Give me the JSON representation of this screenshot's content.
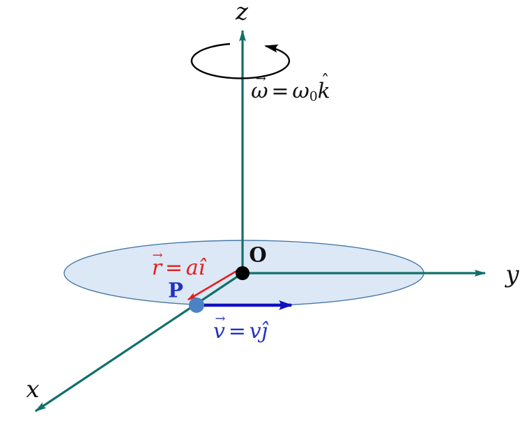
{
  "diagram": {
    "description": "Rotating disk about z-axis with point P on x-axis",
    "axes": {
      "x": "x",
      "y": "y",
      "z": "z"
    },
    "points": {
      "origin": "O",
      "p": "P"
    },
    "equations": {
      "omega": {
        "lhs": "ω",
        "arrow": "→",
        "eq": "=",
        "coef": "ω",
        "sub": "0",
        "unit": "k",
        "hat": "ˆ"
      },
      "r": {
        "lhs": "r",
        "arrow": "→",
        "eq": "=",
        "rhs": "aî"
      },
      "v": {
        "lhs": "v",
        "arrow": "→",
        "eq": "=",
        "rhs": "vĵ"
      }
    },
    "colors": {
      "axis_teal": "#11706a",
      "rotation_black": "#000000",
      "disk_fill": "#dce8f5",
      "disk_stroke": "#4878a8",
      "r_red": "#e41d1d",
      "v_blue": "#1010c0",
      "p_dot": "#4a82c4",
      "origin_dot": "#000000",
      "text_blue": "#2233c0",
      "text_black": "#111111"
    }
  }
}
